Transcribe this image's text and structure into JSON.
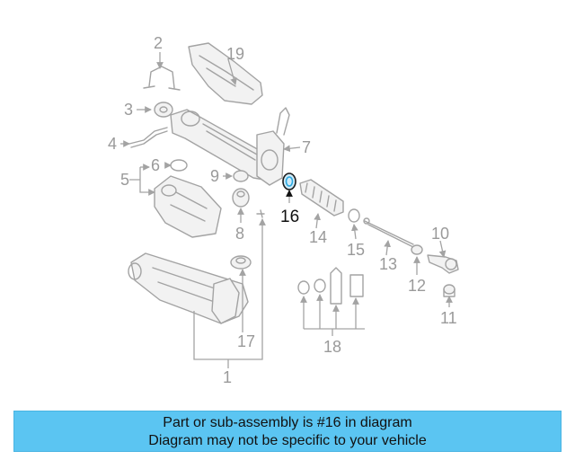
{
  "diagram": {
    "callouts": [
      "1",
      "2",
      "3",
      "4",
      "5",
      "6",
      "7",
      "8",
      "9",
      "10",
      "11",
      "12",
      "13",
      "14",
      "15",
      "16",
      "17",
      "18",
      "19"
    ],
    "highlight": "16",
    "highlight_color": "#2aa8e0",
    "part_color": "#a3a3a3"
  },
  "banner": {
    "line1": "Part or sub-assembly is #16 in diagram",
    "line2": "Diagram may not be specific to your vehicle",
    "background": "#5bc5f2"
  }
}
